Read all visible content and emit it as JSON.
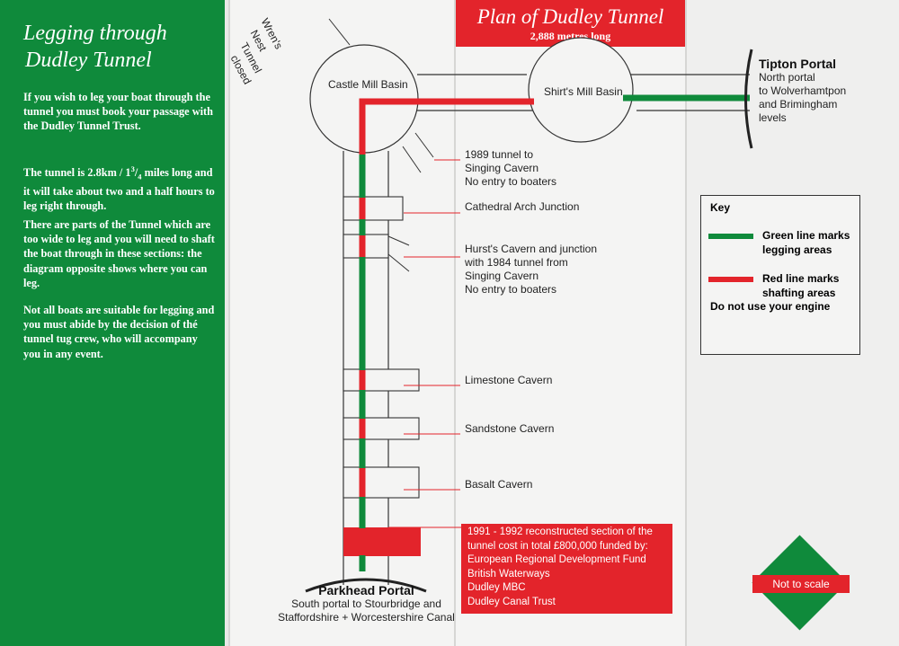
{
  "left_panel": {
    "title_line1": "Legging through",
    "title_line2": "Dudley Tunnel",
    "para1": "If you wish to leg your boat through the tunnel you must book your passage with the Dudley Tunnel Trust.",
    "para2_prefix": "The tunnel is 2.8km / 1",
    "para2_sup": "3",
    "para2_slash": "/",
    "para2_sub": "4",
    "para2_suffix": " miles long and it will take about two and a half hours to leg right through.",
    "para3": "There are parts of the Tunnel which are too wide to leg and you will need to shaft the boat through in these sections: the diagram opposite shows where you can leg.",
    "para4": "Not all boats are suitable for legging and you must abide by the decision of thé tunnel tug crew, who will accompany you in any event."
  },
  "header": {
    "title": "Plan of Dudley Tunnel",
    "subtitle": "2,888 metres long"
  },
  "diagram": {
    "castle_mill_basin": "Castle Mill Basin",
    "shirts_mill_basin": "Shirt's Mill Basin",
    "wrens_nest": [
      "Wren's",
      "Nest",
      "Tunnel",
      "closed"
    ],
    "tipton_portal": {
      "name": "Tipton Portal",
      "lines": [
        "North portal",
        "to Wolverhamtpon",
        "and Brimingham",
        "levels"
      ]
    },
    "parkhead_portal": {
      "name": "Parkhead Portal",
      "lines": [
        "South portal to Stourbridge and",
        "Staffordshire + Worcestershire Canal"
      ]
    },
    "tunnel_1989": [
      "1989 tunnel to",
      "Singing Cavern",
      "No entry to boaters"
    ],
    "cathedral_arch": "Cathedral Arch Junction",
    "hursts_cavern": [
      "Hurst's Cavern and junction",
      "with 1984 tunnel from",
      "Singing Cavern",
      "No entry to boaters"
    ],
    "limestone_cavern": "Limestone Cavern",
    "sandstone_cavern": "Sandstone Cavern",
    "basalt_cavern": "Basalt Cavern",
    "reconstruction": [
      "1991 - 1992 reconstructed section of the",
      "tunnel cost in total £800,000 funded by:",
      "European Regional Development Fund",
      "British Waterways",
      "Dudley MBC",
      "Dudley Canal Trust"
    ]
  },
  "key": {
    "title": "Key",
    "green_label": [
      "Green line marks",
      "legging areas"
    ],
    "red_label": [
      "Red line marks",
      "shafting areas"
    ],
    "engine_note": "Do not use your engine"
  },
  "scale_note": "Not to scale",
  "colors": {
    "green": "#0f8a3b",
    "red": "#e3242b",
    "line": "#333333"
  }
}
